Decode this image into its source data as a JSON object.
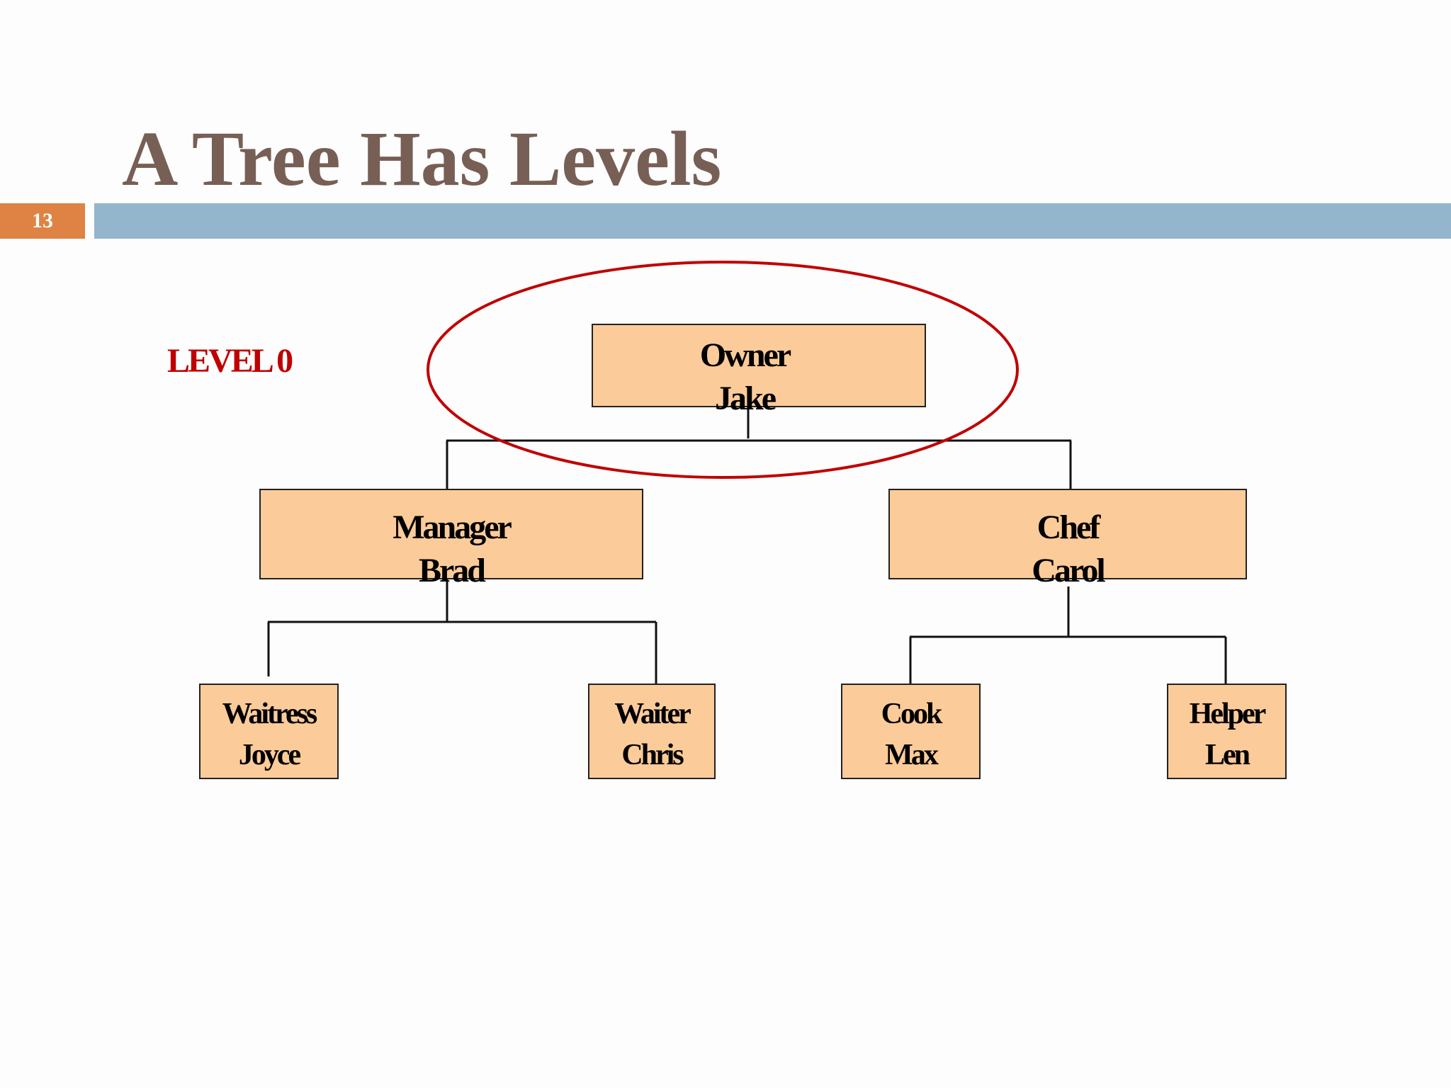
{
  "slide": {
    "title": "A Tree Has Levels",
    "number": "13",
    "level_label": "LEVEL 0"
  },
  "colors": {
    "title": "#775f55",
    "number_badge": "#de8344",
    "title_bar": "#94b6cc",
    "level_label": "#c00000",
    "node_fill": "#fccb9a",
    "highlight_ellipse": "#c00000"
  },
  "tree": {
    "owner": {
      "role": "Owner",
      "name": "Jake"
    },
    "manager": {
      "role": "Manager",
      "name": "Brad"
    },
    "chef": {
      "role": "Chef",
      "name": "Carol"
    },
    "waitress": {
      "role": "Waitress",
      "name": "Joyce"
    },
    "waiter": {
      "role": "Waiter",
      "name": "Chris"
    },
    "cook": {
      "role": "Cook",
      "name": "Max"
    },
    "helper": {
      "role": "Helper",
      "name": "Len"
    }
  },
  "edges": [
    [
      "owner",
      "manager"
    ],
    [
      "owner",
      "chef"
    ],
    [
      "manager",
      "waitress"
    ],
    [
      "manager",
      "waiter"
    ],
    [
      "chef",
      "cook"
    ],
    [
      "chef",
      "helper"
    ]
  ],
  "highlighted_level": "owner"
}
